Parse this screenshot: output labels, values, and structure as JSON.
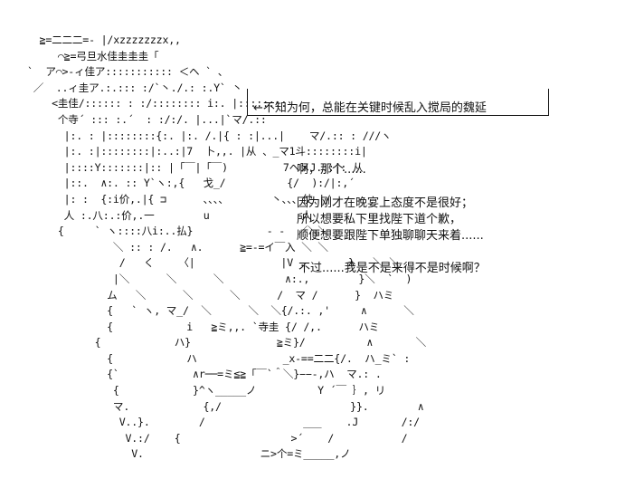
{
  "art": {
    "ascii_art": "  ≧=二二二=- |/xzzzzzzzx,,\n     ⌒≧=弓旦水佳圭圭圭「\n`  ア⌒>-ィ佳ア::::::::::: ＜ヘ ` 、\n ／  ..ィ圭ア.:.::: :/`丶./.: :.Y` 丶\n    <圭佳/:::::: : :/:::::::: i:. |::::::::\n     个寺´ ::: :.´  : :/:/. |...|`マ/.::\n      |:. : |::::::::{:. |:. /.|{ : :|...|    マ/.:: : ///ヽ\n      |:. :|::::::::|:..:|7  卜,,. |从 、_マ1斗::::::::i|\n      |::::Y:::::::|:: |「￣|「￣)         7ヘメJ.::|: 从\n      |::.  ∧:. :: Y`ヽ:,{   戈_/          {/  ):/|:,´\n      |: :  {:i价,.|{ ⊐      、、、、       丶、、、仗 |/\n      人 :.八:.:价,.一        u               人\n     {     ` ヽ::::八i:..払}            - -  ／＼＼ \n              ＼ :: : /.   ∧.      ≧=-=イ￣入 ＼ ＼\n               /   く    〈|              |V .       λ   ＼ ＼\n              |＼      ＼      ＼          ∧:.,        }＼  `  )\n             ム   ＼      ＼      ＼      /  マ /      }  ハミ\n             {   ` ヽ, マ_/  ＼      ＼  ＼{/.:. ,'     ∧      ＼\n             {            i   ≧ミ",
    "ascii_art_cont": ",,. `寺圭 {/ /,.      ハミ",
    "ascii_art_rest": "           {            ハ}              ≧ミ",
    "ascii_art_tail": "}/          ∧       ＼\n             {            ハ              _x-==二二{/.  ハ_ミ",
    "ascii_art_end": "` :\n             {`            ∧r──=ミ≦≧「￣`＾＼}−−-,ハ  マ.: .\n              {            }^ヽ_____ノ          Y ´￣ ｝, リ\n              マ.            {,/                     }}.        ∧\n               V..}.        /                ___    .J       /:/\n                V.:/    {                  >´    /           /\n                 V.                   ニ>个=ミ_____,ノ"
  },
  "caption": {
    "text": "←不知为何，总能在关键时候乱入搅局的魏延"
  },
  "dialogue": {
    "line1": "啊，那个......",
    "line2": "因为刚才在晚宴上态度不是很好；",
    "line3": "所以想要私下里找陛下道个歉，",
    "line4": "顺便想要跟陛下单独聊聊天来着......",
    "line5": "不过......我是不是来得不是时候啊？"
  }
}
